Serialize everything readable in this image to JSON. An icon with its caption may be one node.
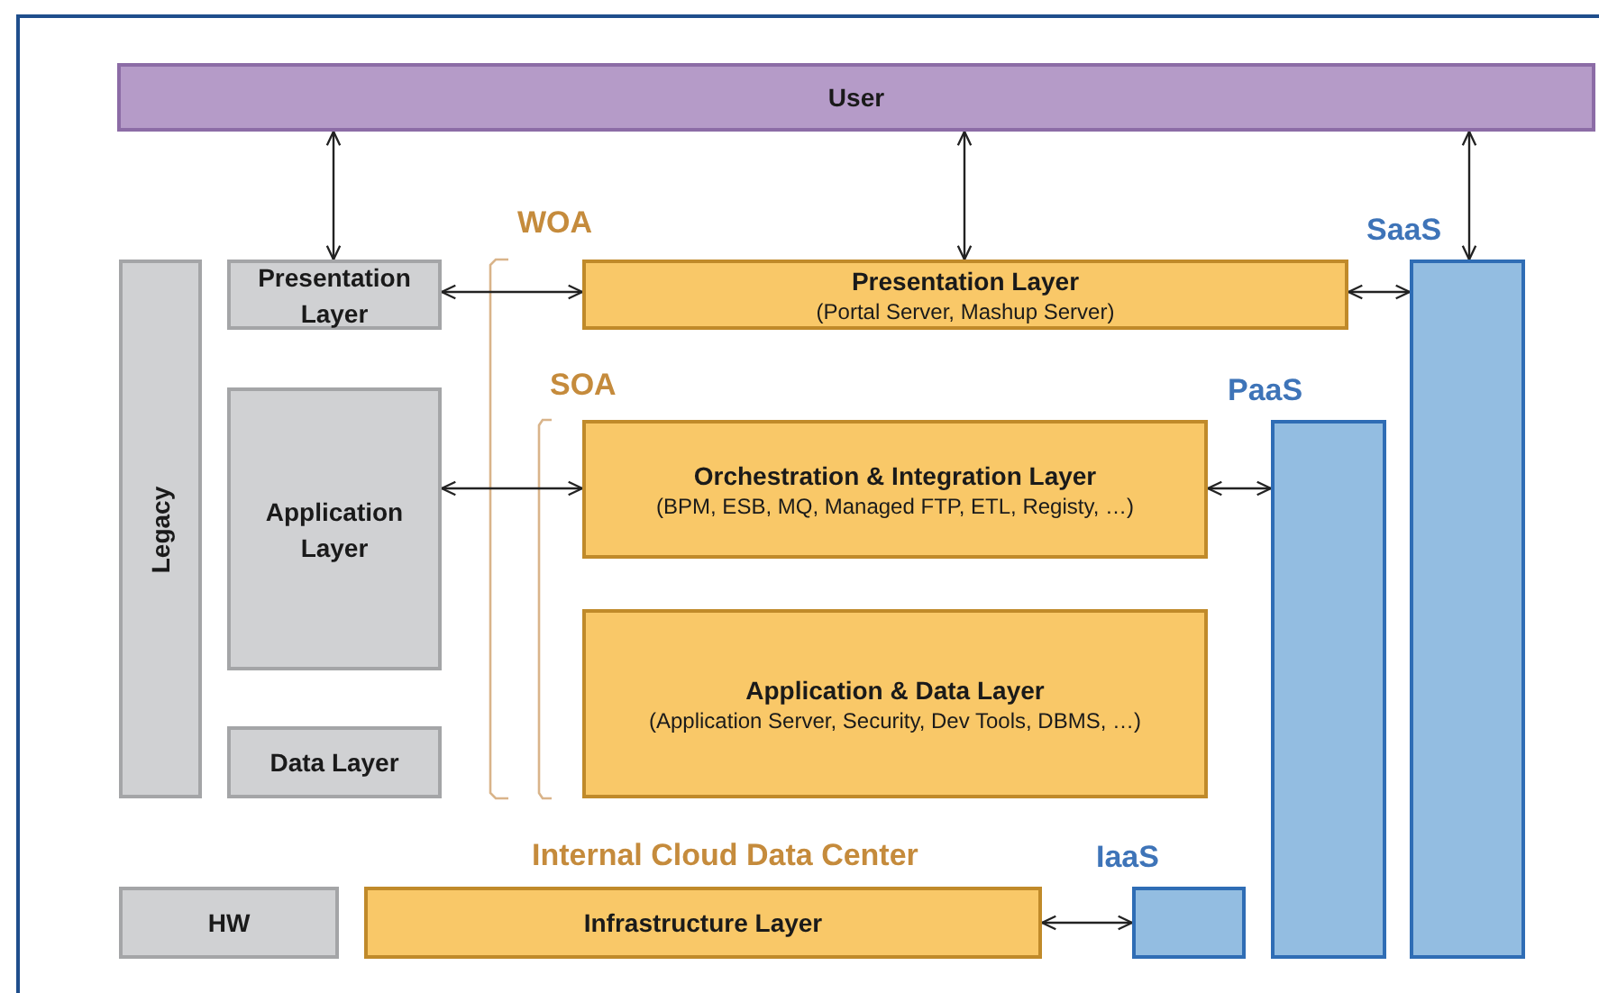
{
  "diagram": {
    "nodes": [
      {
        "text": [
          "User"
        ]
      },
      {
        "text": [
          "Legacy"
        ]
      },
      {
        "text": [
          "Presentation Layer"
        ]
      },
      {
        "text": [
          "Application Layer"
        ]
      },
      {
        "text": [
          "Data Layer"
        ]
      },
      {
        "text": [
          "Presentation Layer",
          "(Portal Server, Mashup Server)"
        ]
      },
      {
        "text": [
          "Orchestration & Integration Layer",
          "(BPM, ESB, MQ, Managed FTP, ETL, Registy, …)"
        ]
      },
      {
        "text": [
          "Application & Data Layer",
          "(Application Server, Security, Dev Tools, DBMS, …)"
        ]
      },
      {
        "text": [
          "HW"
        ]
      },
      {
        "text": [
          "Infrastructure Layer"
        ]
      },
      {
        "text": [
          "IaaS"
        ]
      },
      {
        "text": [
          "PaaS"
        ]
      },
      {
        "text": [
          "SaaS"
        ]
      }
    ],
    "edges": [
      {
        "from": 0,
        "to": 2,
        "arrow": "both"
      },
      {
        "from": 0,
        "to": 5,
        "arrow": "both"
      },
      {
        "from": 0,
        "to": 12,
        "arrow": "both"
      },
      {
        "from": 2,
        "to": 5,
        "arrow": "both"
      },
      {
        "from": 5,
        "to": 12,
        "arrow": "both"
      },
      {
        "from": 3,
        "to": 6,
        "arrow": "both"
      },
      {
        "from": 6,
        "to": 11,
        "arrow": "both"
      },
      {
        "from": 9,
        "to": 10,
        "arrow": "both"
      }
    ],
    "labels": [
      "WOA",
      "SOA",
      "Internal Cloud Data Center"
    ]
  }
}
